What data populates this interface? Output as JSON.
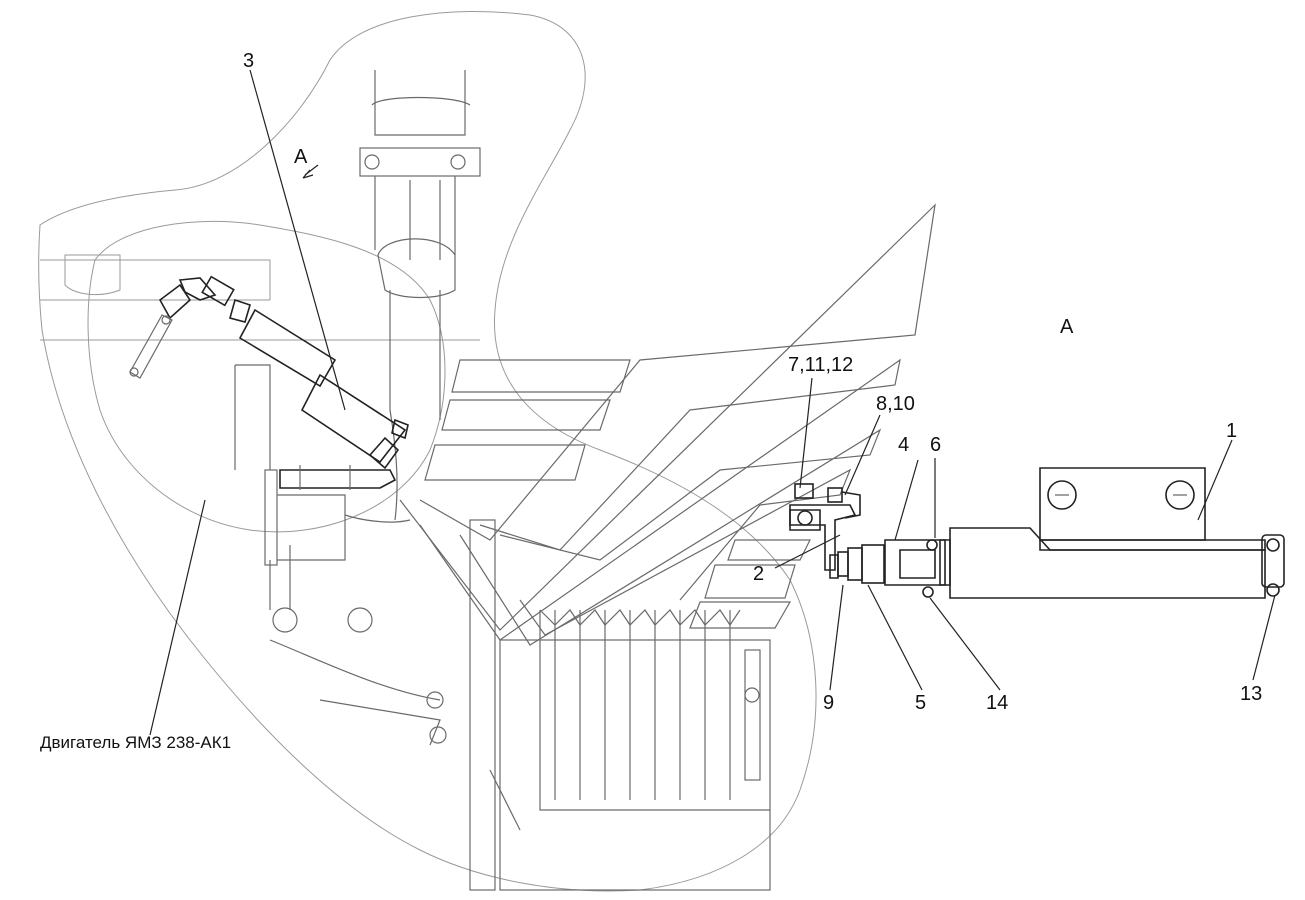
{
  "view_marker": "A",
  "view_title": "A",
  "engine_caption": "Двигатель ЯМЗ 238-АК1",
  "callouts": {
    "c1": "1",
    "c2": "2",
    "c3": "3",
    "c4": "4",
    "c5": "5",
    "c6": "6",
    "c7_11_12": "7,11,12",
    "c8_10": "8,10",
    "c9": "9",
    "c13": "13",
    "c14": "14"
  }
}
